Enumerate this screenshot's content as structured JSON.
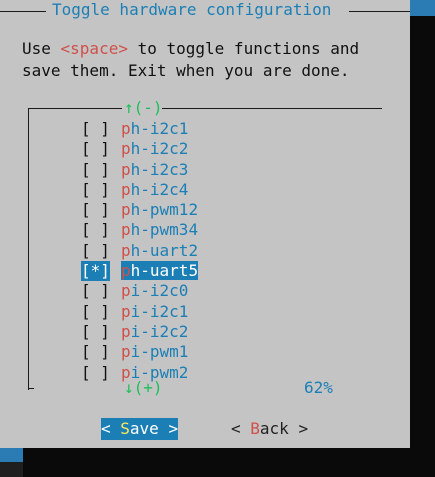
{
  "dialog": {
    "title": "Toggle hardware configuration",
    "prompt_line1_a": "Use ",
    "prompt_key": "<space>",
    "prompt_line1_b": " to toggle functions and",
    "prompt_line2": "save them. Exit when you are done."
  },
  "list": {
    "scroll_up": "↑(-)",
    "scroll_down": "↓(+)",
    "scroll_percent": "62%",
    "items": [
      {
        "check": "[ ]",
        "first": "p",
        "rest": "h-i2c1",
        "selected": false
      },
      {
        "check": "[ ]",
        "first": "p",
        "rest": "h-i2c2",
        "selected": false
      },
      {
        "check": "[ ]",
        "first": "p",
        "rest": "h-i2c3",
        "selected": false
      },
      {
        "check": "[ ]",
        "first": "p",
        "rest": "h-i2c4",
        "selected": false
      },
      {
        "check": "[ ]",
        "first": "p",
        "rest": "h-pwm12",
        "selected": false
      },
      {
        "check": "[ ]",
        "first": "p",
        "rest": "h-pwm34",
        "selected": false
      },
      {
        "check": "[ ]",
        "first": "p",
        "rest": "h-uart2",
        "selected": false
      },
      {
        "check": "[*]",
        "first": "p",
        "rest": "h-uart5",
        "selected": true
      },
      {
        "check": "[ ]",
        "first": "p",
        "rest": "i-i2c0",
        "selected": false
      },
      {
        "check": "[ ]",
        "first": "p",
        "rest": "i-i2c1",
        "selected": false
      },
      {
        "check": "[ ]",
        "first": "p",
        "rest": "i-i2c2",
        "selected": false
      },
      {
        "check": "[ ]",
        "first": "p",
        "rest": "i-pwm1",
        "selected": false
      },
      {
        "check": "[ ]",
        "first": "p",
        "rest": "i-pwm2",
        "selected": false
      }
    ]
  },
  "buttons": {
    "save_prefix": "< ",
    "save_hot": "S",
    "save_rest": "ave >",
    "back_prefix": "< ",
    "back_hot": "B",
    "back_rest": "ack >"
  },
  "colors": {
    "dialog_bg": "#c4c4c4",
    "accent_blue": "#1b7fb6",
    "hotkey_red": "#d0504a",
    "scroll_green": "#1cc05a",
    "terminal_blue": "#2b7bb4"
  }
}
